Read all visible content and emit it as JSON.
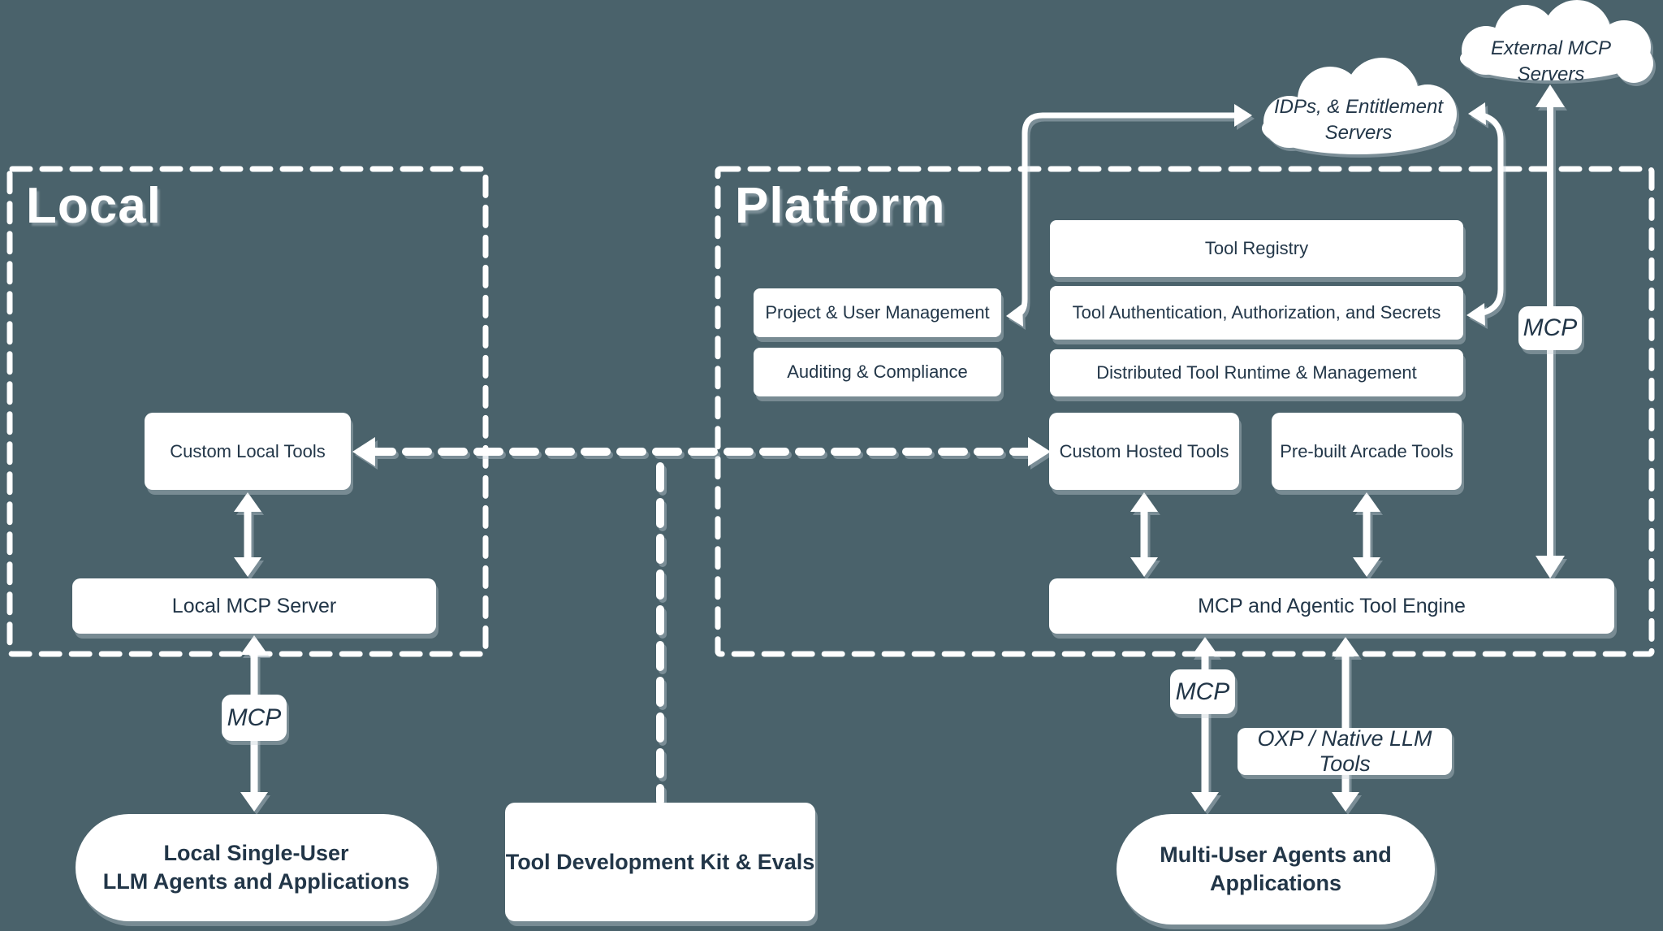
{
  "colors": {
    "background": "#4a626b",
    "box_fill": "#ffffff",
    "text": "#223648",
    "arrow": "#ffffff"
  },
  "local": {
    "title": "Local",
    "custom_local_tools": "Custom Local Tools",
    "local_mcp_server": "Local MCP Server",
    "mcp_badge": "MCP",
    "agents_line1": "Local Single-User",
    "agents_line2": "LLM Agents and Applications"
  },
  "middle": {
    "tdk": "Tool Development Kit & Evals"
  },
  "platform": {
    "title": "Platform",
    "project_user_mgmt": "Project & User Management",
    "auditing_compliance": "Auditing & Compliance",
    "tool_registry": "Tool Registry",
    "tool_auth": "Tool Authentication, Authorization, and Secrets",
    "distributed_runtime": "Distributed Tool Runtime & Management",
    "custom_hosted_tools": "Custom Hosted Tools",
    "prebuilt_arcade_tools": "Pre-built Arcade Tools",
    "mcp_engine": "MCP and Agentic Tool Engine",
    "mcp_badge_right": "MCP",
    "mcp_badge_bottom": "MCP",
    "oxp_badge": "OXP / Native LLM Tools",
    "agents_line1": "Multi-User Agents and",
    "agents_line2": "Applications"
  },
  "clouds": {
    "external": "External MCP Servers",
    "idps_line1": "IDPs, & Entitlement",
    "idps_line2": "Servers"
  }
}
